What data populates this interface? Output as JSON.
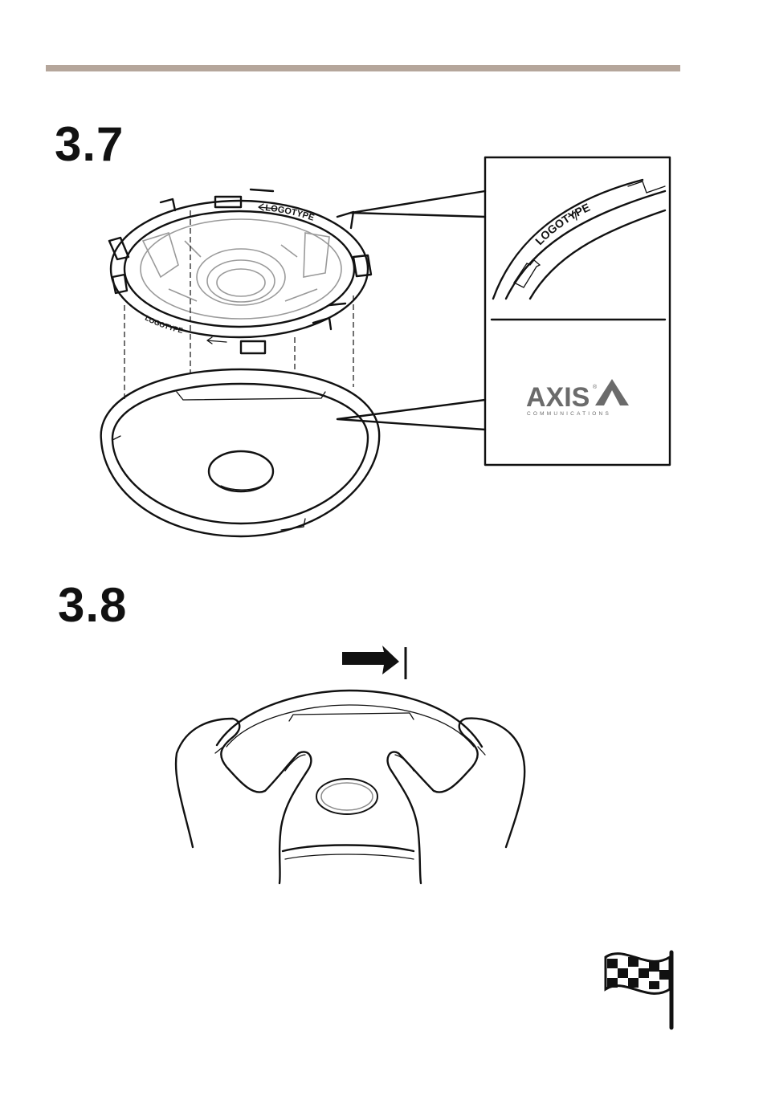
{
  "steps": [
    {
      "number": "3.7"
    },
    {
      "number": "3.8"
    }
  ],
  "ring_label": "LOGOTYPE",
  "logo": {
    "brand": "AXIS",
    "registered": "®",
    "tagline": "COMMUNICATIONS"
  },
  "icons": [
    "finish-flag-icon",
    "push-arrow-icon"
  ],
  "colors": {
    "rule": "#b5a69b",
    "ink": "#111111",
    "logo": "#6b6b6b"
  }
}
